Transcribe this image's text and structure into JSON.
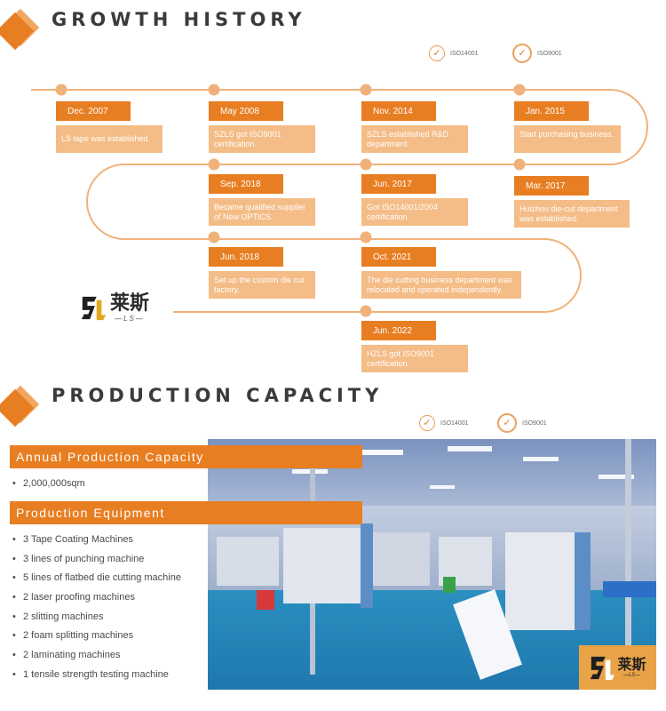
{
  "history": {
    "title": "GROWTH HISTORY",
    "certs": [
      "ISO14001",
      "ISO9001"
    ],
    "milestones": [
      {
        "date": "Dec. 2007",
        "text": "LS tape was established."
      },
      {
        "date": "May 2008",
        "text": "SZLS got ISO9001 certification."
      },
      {
        "date": "Nov. 2014",
        "text": "SZLS established R&D department."
      },
      {
        "date": "Jan. 2015",
        "text": "Start purchasing business."
      },
      {
        "date": "Sep. 2018",
        "text": "Became qualified supplier of New OPTICS."
      },
      {
        "date": "Jun. 2017",
        "text": "Got ISO14001/2004 certification."
      },
      {
        "date": "Mar. 2017",
        "text": "Huizhou die-cut department was established."
      },
      {
        "date": "Jun. 2018",
        "text": "Set up the custom die cut factory."
      },
      {
        "date": "Oct. 2021",
        "text": "The die cutting business department was relocated and operated independently."
      },
      {
        "date": "Jun. 2022",
        "text": "HZLS got ISO9001 certification."
      }
    ]
  },
  "logo": {
    "cn": "莱斯",
    "en": "LS"
  },
  "capacity": {
    "title": "PRODUCTION CAPACITY",
    "certs": [
      "ISO14001",
      "ISO9001"
    ],
    "annual_heading": "Annual Production Capacity",
    "annual_items": [
      "2,000,000sqm"
    ],
    "equipment_heading": "Production Equipment",
    "equipment_items": [
      "3 Tape Coating Machines",
      "3 lines of punching machine",
      "5 lines of flatbed die cutting machine",
      "2 laser proofing machines",
      "2 slitting machines",
      "2 foam splitting machines",
      "2 laminating machines",
      "1 tensile strength testing machine"
    ]
  },
  "colors": {
    "accent": "#e87e22",
    "accent_light": "#f4bc86",
    "line": "#f0b27a"
  }
}
